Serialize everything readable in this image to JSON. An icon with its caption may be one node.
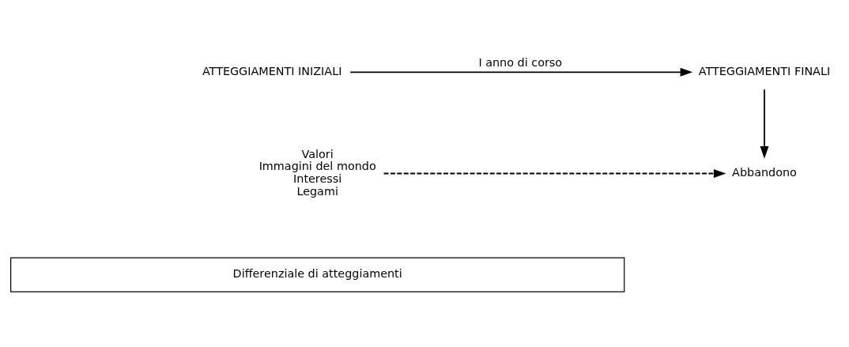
{
  "diagram": {
    "nodes": [
      {
        "text": [
          "ATTEGGIAMENTI INIZIALI"
        ]
      },
      {
        "text": [
          "ATTEGGIAMENTI FINALI"
        ]
      },
      {
        "text": [
          "Valori",
          "Immagini del mondo",
          "Interessi",
          "Legami"
        ]
      },
      {
        "text": [
          "Abbandono"
        ]
      },
      {
        "text": [
          "Differenziale di atteggiamenti"
        ]
      }
    ],
    "edges": [
      {
        "from": 0,
        "to": 1,
        "arrow": "to",
        "label": "I anno di corso"
      },
      {
        "from": 1,
        "to": 3,
        "arrow": "to"
      },
      {
        "from": 2,
        "to": 3,
        "arrow": "to",
        "style": "dashed"
      }
    ]
  }
}
